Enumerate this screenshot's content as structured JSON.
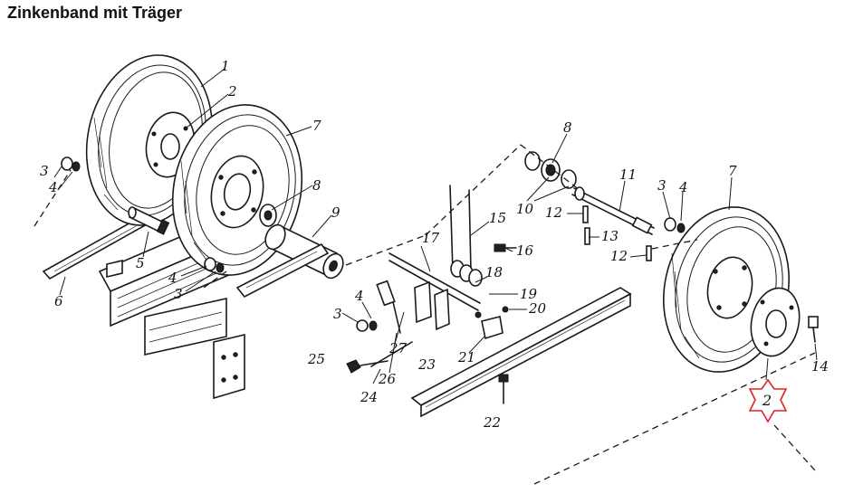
{
  "title": "Zinkenband mit Träger",
  "labels": {
    "l1": "1",
    "l2a": "2",
    "l3a": "3",
    "l4a": "4",
    "l3b": "3",
    "l4b": "4",
    "l5": "5",
    "l6": "6",
    "l7a": "7",
    "l8a": "8",
    "l9": "9",
    "l3c": "3",
    "l4c": "4",
    "l25": "25",
    "l24": "24",
    "l26": "26",
    "l27": "27",
    "l17": "17",
    "l15": "15",
    "l16": "16",
    "l18": "18",
    "l19": "19",
    "l20": "20",
    "l21": "21",
    "l23": "23",
    "l22": "22",
    "l8b": "8",
    "l10": "10",
    "l11": "11",
    "l12a": "12",
    "l13": "13",
    "l12b": "12",
    "l3d": "3",
    "l4d": "4",
    "l7b": "7",
    "l14": "14",
    "l2b": "2"
  },
  "highlight": {
    "color": "#e0202a",
    "part": "2"
  }
}
